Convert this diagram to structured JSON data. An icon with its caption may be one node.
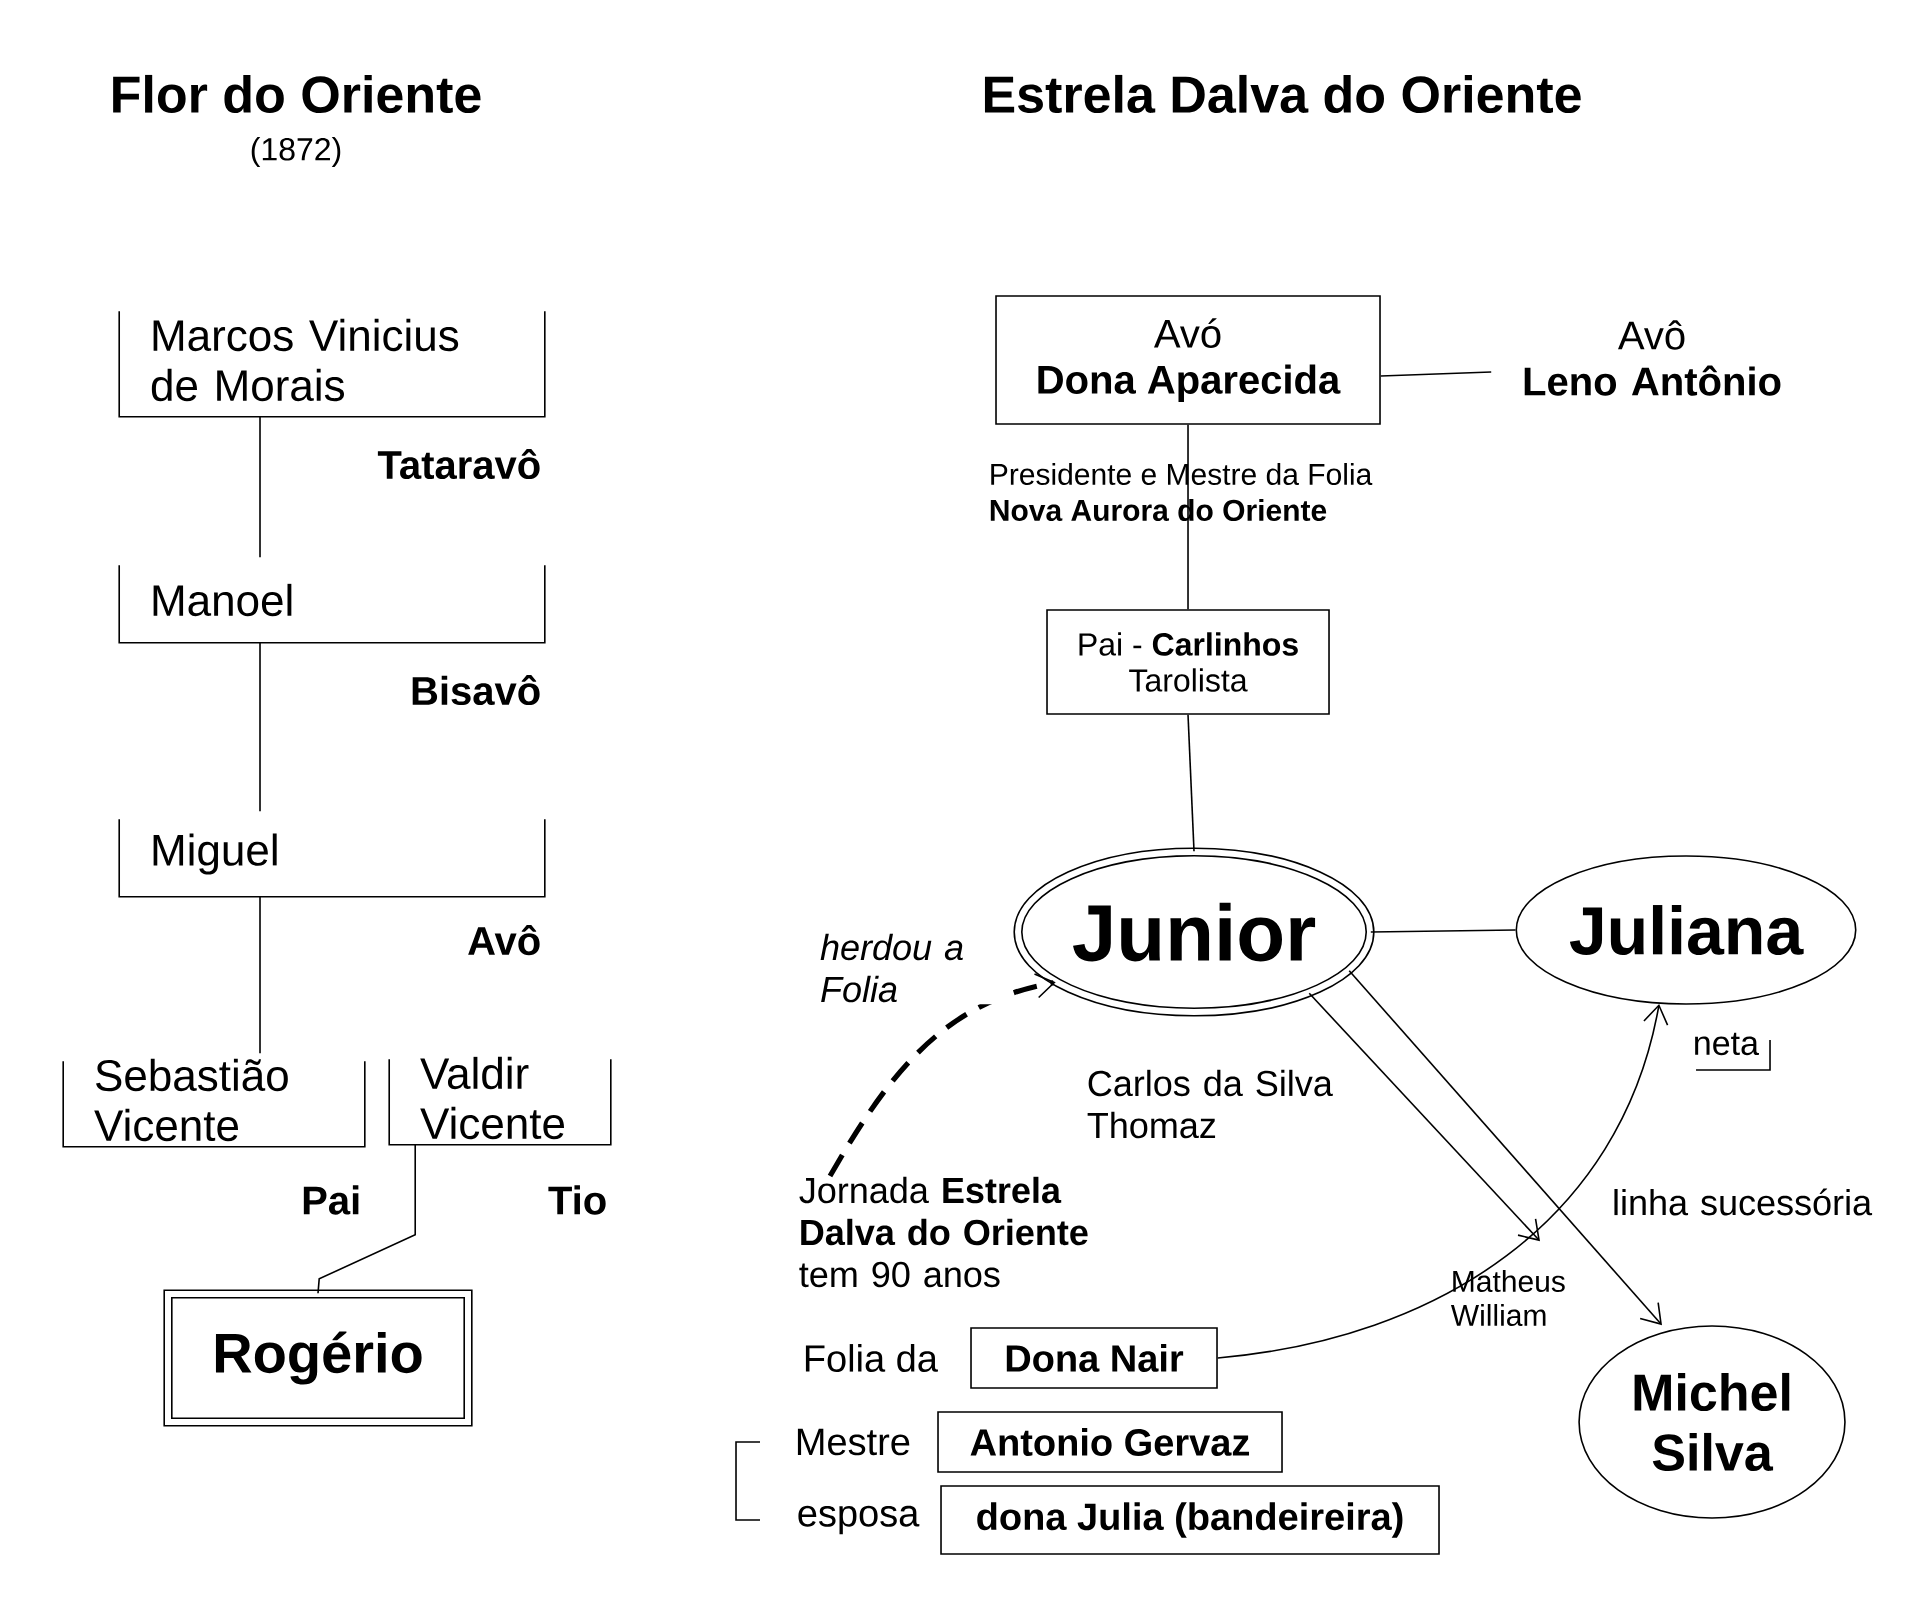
{
  "diagram": {
    "nodes": [
      {
        "text": [
          "Marcos Vinicius de Morais"
        ],
        "beside": [
          "Tataravô"
        ]
      },
      {
        "text": [
          "Manoel"
        ],
        "beside": [
          "Bisavô"
        ]
      },
      {
        "text": [
          "Miguel"
        ],
        "beside": [
          "Avô"
        ]
      },
      {
        "text": [
          "Sebastião Vicente"
        ],
        "beside": [
          "Pai"
        ]
      },
      {
        "text": [
          "Valdir Vicente"
        ],
        "beside": [
          "Tio"
        ]
      },
      {
        "text": [
          "Rogério"
        ]
      },
      {
        "text": [
          "Avó",
          "Dona Aparecida"
        ],
        "beside": [
          "Presidente e Mestre da Folia",
          "Nova Aurora do Oriente"
        ]
      },
      {
        "text": [
          "Avô",
          "Leno Antônio"
        ]
      },
      {
        "text": [
          "Pai - **Carlinhos**",
          "Tarolista"
        ]
      },
      {
        "text": [
          "Junior"
        ],
        "beside": [
          "Carlos da Silva Thomaz"
        ]
      },
      {
        "text": [
          "Juliana"
        ],
        "beside": [
          "neta"
        ]
      },
      {
        "text": [
          "Michel Silva"
        ]
      },
      {
        "text": [
          "Jornada **Estrela Dalva do Oriente** tem 90 anos"
        ]
      },
      {
        "text": [
          "Dona Nair"
        ],
        "beside": [
          "Folia da"
        ]
      },
      {
        "text": [
          "Antonio Gervaz"
        ],
        "beside": [
          "Mestre"
        ]
      },
      {
        "text": [
          "dona Julia (bandeireira)"
        ],
        "beside": [
          "esposa"
        ]
      },
      {
        "text": [
          "Matheus William"
        ]
      }
    ],
    "edges": [
      {
        "from": 0,
        "to": 1,
        "arrow": "none"
      },
      {
        "from": 1,
        "to": 2,
        "arrow": "none"
      },
      {
        "from": 2,
        "to": 3,
        "arrow": "none"
      },
      {
        "from": 4,
        "to": 5,
        "arrow": "none"
      },
      {
        "from": 6,
        "to": 7,
        "arrow": "none"
      },
      {
        "from": 6,
        "to": 8,
        "arrow": "none"
      },
      {
        "from": 8,
        "to": 9,
        "arrow": "none"
      },
      {
        "from": 9,
        "to": 10,
        "arrow": "none"
      },
      {
        "from": 12,
        "to": 9,
        "arrow": "to",
        "label": "herdou a Folia",
        "style": "dashed"
      },
      {
        "from": 13,
        "to": 10,
        "arrow": "to"
      },
      {
        "from": 9,
        "to": 16,
        "arrow": "to"
      },
      {
        "from": 9,
        "to": 11,
        "arrow": "to",
        "label": "linha sucessória"
      }
    ],
    "labels": [
      "Flor do Oriente",
      "(1872)",
      "Estrela Dalva do Oriente"
    ]
  }
}
